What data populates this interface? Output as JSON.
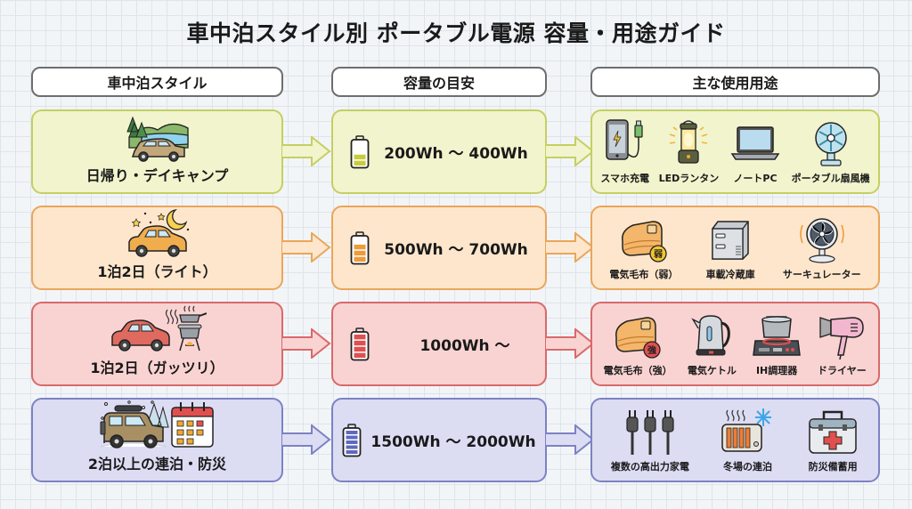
{
  "title": "車中泊スタイル別 ポータブル電源 容量・用途ガイド",
  "headers": {
    "style": "車中泊スタイル",
    "capacity": "容量の目安",
    "uses": "主な使用用途"
  },
  "rows": [
    {
      "style": {
        "label": "日帰り・デイキャンプ",
        "icon": "car-lake-icon"
      },
      "capacity": {
        "label": "200Wh ～ 400Wh",
        "battery_level": 2,
        "battery_segments": 4
      },
      "uses": [
        {
          "label": "スマホ充電",
          "icon": "smartphone-charging-icon"
        },
        {
          "label": "LEDランタン",
          "icon": "lantern-icon"
        },
        {
          "label": "ノートPC",
          "icon": "laptop-icon"
        },
        {
          "label": "ポータブル扇風機",
          "icon": "desk-fan-icon"
        }
      ],
      "colors": {
        "fill": "#f1f4cd",
        "border": "#c5cf61",
        "accent": "#c6cd3a"
      }
    },
    {
      "style": {
        "label": "1泊2日（ライト）",
        "icon": "car-night-icon"
      },
      "capacity": {
        "label": "500Wh ～ 700Wh",
        "battery_level": 3,
        "battery_segments": 4
      },
      "uses": [
        {
          "label": "電気毛布（弱）",
          "icon": "electric-blanket-low-icon",
          "badge": "弱"
        },
        {
          "label": "車載冷蔵庫",
          "icon": "car-fridge-icon"
        },
        {
          "label": "サーキュレーター",
          "icon": "circulator-icon"
        }
      ],
      "colors": {
        "fill": "#fde6cc",
        "border": "#eba55a",
        "accent": "#ef9b3a"
      }
    },
    {
      "style": {
        "label": "1泊2日（ガッツリ）",
        "icon": "car-cooking-icon"
      },
      "capacity": {
        "label": "1000Wh ～",
        "battery_level": 4,
        "battery_segments": 4
      },
      "uses": [
        {
          "label": "電気毛布（強）",
          "icon": "electric-blanket-high-icon",
          "badge": "強"
        },
        {
          "label": "電気ケトル",
          "icon": "kettle-icon"
        },
        {
          "label": "IH調理器",
          "icon": "ih-cooker-icon"
        },
        {
          "label": "ドライヤー",
          "icon": "hair-dryer-icon"
        }
      ],
      "colors": {
        "fill": "#f9d3d2",
        "border": "#d9696a",
        "accent": "#e0504f"
      }
    },
    {
      "style": {
        "label": "2泊以上の連泊・防災",
        "icon": "suv-calendar-icon"
      },
      "capacity": {
        "label": "1500Wh ～ 2000Wh",
        "battery_level": 5,
        "battery_segments": 5
      },
      "uses": [
        {
          "label": "複数の高出力家電",
          "icon": "power-plugs-icon"
        },
        {
          "label": "冬場の連泊",
          "icon": "heater-snow-icon"
        },
        {
          "label": "防災備蓄用",
          "icon": "first-aid-kit-icon"
        }
      ],
      "colors": {
        "fill": "#dcdcf3",
        "border": "#7d82c4",
        "accent": "#5e68c0"
      }
    }
  ]
}
